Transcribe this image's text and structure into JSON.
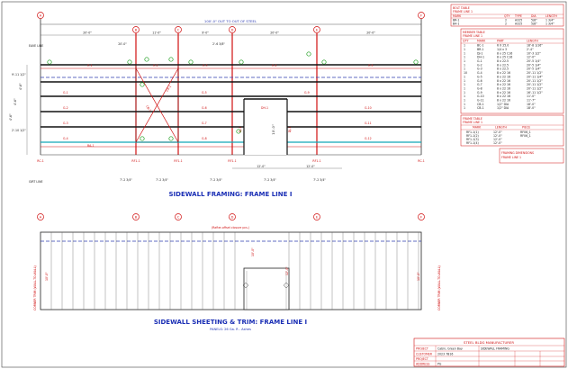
{
  "framing": {
    "title": "SIDEWALL FRAMING: FRAME LINE I",
    "overall_dim": "100'-0\" OUT TO OUT OF STEEL",
    "eave_label": "EAVE LINE",
    "girt_label": "GIRT LINE",
    "top_dims": [
      "20'-0\"",
      "11'-0\"",
      "9'-0\"",
      "2'-6 3/8\"",
      "20'-0\"",
      "20'-0\"",
      "20'-0\""
    ],
    "bottom_dims": [
      "12'-0\"",
      "12'-0\""
    ],
    "small_dims": [
      "7'-2 3/4\"",
      "7'-2 3/4\"",
      "7'-2 3/4\"",
      "7'-2 3/4\"",
      "7'-2 3/4\""
    ],
    "left_elev": [
      "9'-11 1/2\"",
      "4'-6\"",
      "4'-6\"",
      "4'-6\"",
      "2'-10 1/2\""
    ],
    "door_height": "10'-0\"",
    "column_grid": [
      "A",
      "B",
      "C",
      "D",
      "E",
      "F"
    ],
    "column_labels": [
      "RC-1",
      "RF1-1",
      "RF1-1",
      "RF1-1",
      "RF1-1",
      "RC-1"
    ],
    "members_girt": [
      "G-1",
      "G-2",
      "G-3",
      "G-4",
      "G-5",
      "G-6",
      "G-7",
      "G-8",
      "G-9",
      "G-10",
      "G-11",
      "G-12"
    ],
    "eave_members": [
      "E-1",
      "E-2",
      "E-3",
      "E-4",
      "E-5"
    ],
    "jamb": [
      "DH-1",
      "DJ-1",
      "DJ-1"
    ],
    "brace": [
      "CB-1",
      "CB-1"
    ],
    "base_member": "BA-1"
  },
  "sheeting": {
    "title": "SIDEWALL SHEETING & TRIM: FRAME LINE I",
    "subtitle": "PANELS: 26 Ga. R - Ashes",
    "note": "(Rafter-offset closure pcs.)",
    "column_grid": [
      "A",
      "B",
      "C",
      "D",
      "E",
      "F"
    ],
    "left_trim": "CORNER TRIM (WALL-TO-WALL)",
    "right_trim": "CORNER TRIM (WALL-TO-WALL)",
    "door_labels": [
      "10'-0\"",
      "12'-0\""
    ]
  },
  "bolt_table": {
    "title": "BOLT TABLE",
    "subtitle": "FRAME LINE 1",
    "headers": [
      "MARK",
      "QTY",
      "TYPE",
      "DIA",
      "LENGTH"
    ],
    "rows": [
      [
        "BR-1",
        "2",
        "A325",
        "5/8\"",
        "1 3/4\""
      ],
      [
        "B4-1",
        "2",
        "A325",
        "5/8\"",
        "1 3/4\""
      ]
    ]
  },
  "member_table": {
    "title": "MEMBER TABLE",
    "subtitle": "FRAME LINE 1",
    "headers": [
      "QTY",
      "MARK",
      "PART",
      "LENGTH"
    ],
    "rows": [
      [
        "1",
        "BC-1",
        "6 X 25.0",
        "18'-8 1/16\""
      ],
      [
        "1",
        "BR-1",
        "1/4 x 3",
        "2'-4\""
      ],
      [
        "1",
        "DJ-1",
        "8 x 25 C16",
        "10'-3 1/2\""
      ],
      [
        "1",
        "DH-1",
        "8 x 25 C16",
        "12'-0\""
      ],
      [
        "1",
        "G-1",
        "8 x 22.5",
        "20'-5 1/4\""
      ],
      [
        "1",
        "G-2",
        "8 x 22.5",
        "20'-5 1/4\""
      ],
      [
        "1",
        "G-3",
        "8 x 22.5",
        "20'-5 1/4\""
      ],
      [
        "10",
        "G-4",
        "8 x 22 16",
        "20'-11 1/2\""
      ],
      [
        "1",
        "G-5",
        "8 x 22 16",
        "20'-11 1/4\""
      ],
      [
        "1",
        "G-6",
        "8 x 22 16",
        "20'-11 1/2\""
      ],
      [
        "1",
        "G-7",
        "8 x 22 16",
        "20'-11 1/2\""
      ],
      [
        "1",
        "G-8",
        "8 x 22 16",
        "20'-11 1/2\""
      ],
      [
        "1",
        "G-9",
        "8 x 22 16",
        "16'-11 1/2\""
      ],
      [
        "1",
        "G-10",
        "8 x 22 16",
        "11'-0\""
      ],
      [
        "1",
        "G-11",
        "8 x 22 16",
        "11'-7\""
      ],
      [
        "1",
        "CB-1",
        "1/2\" DIA",
        "18'-0\""
      ],
      [
        "1",
        "CB-1",
        "1/2\" DIA",
        "18'-0\""
      ]
    ]
  },
  "frame_table": {
    "title": "FRAME TABLE",
    "subtitle": "FRAME LINE 1",
    "headers": [
      "MARK",
      "LENGTH",
      "PIECE"
    ],
    "rows": [
      [
        "RF1-1(1)",
        "12'-0\"",
        "RF06_1"
      ],
      [
        "RF1-1(2)",
        "12'-0\"",
        "RF06_1"
      ],
      [
        "RF1-1(3)",
        "12'-0\"",
        ""
      ],
      [
        "RF1-1(4)",
        "12'-0\"",
        ""
      ]
    ]
  },
  "note_box": {
    "title": "FRAMING DIMENSIONS",
    "line": "FRAME LINE 1"
  },
  "title_block": {
    "company": "STEEL BLDG MANUFACTURER",
    "rows": [
      [
        "PROJECT",
        "Cabin, Green Bay",
        "SIDEWALL FRAMING"
      ],
      [
        "CUSTOMER",
        "2023 7B16",
        "",
        ""
      ],
      [
        "PROJECT",
        "",
        "",
        ""
      ],
      [
        "ADDRESS",
        "PG",
        "",
        ""
      ]
    ]
  },
  "colors": {
    "red": "#d01010",
    "blue": "#1b2fb5",
    "green": "#1a9c1a",
    "cyan": "#12a8b8",
    "line": "#222222"
  }
}
